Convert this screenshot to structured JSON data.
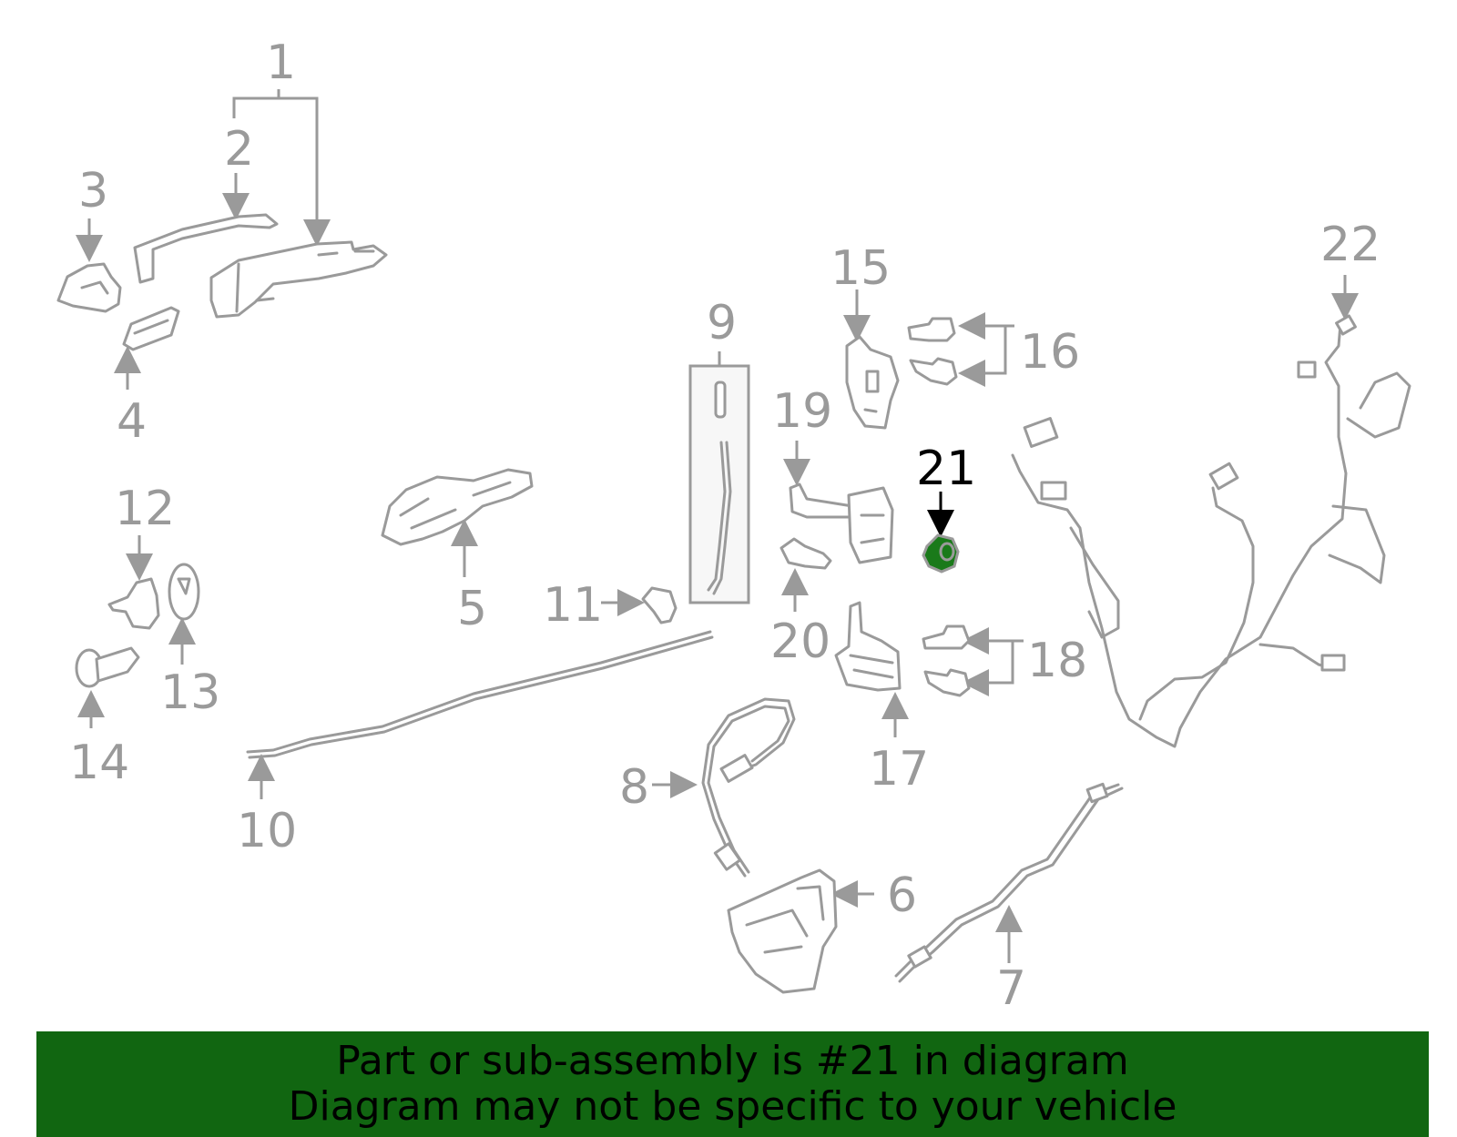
{
  "callouts": {
    "c1": "1",
    "c2": "2",
    "c3": "3",
    "c4": "4",
    "c5": "5",
    "c6": "6",
    "c7": "7",
    "c8": "8",
    "c9": "9",
    "c10": "10",
    "c11": "11",
    "c12": "12",
    "c13": "13",
    "c14": "14",
    "c15": "15",
    "c16": "16",
    "c17": "17",
    "c18": "18",
    "c19": "19",
    "c20": "20",
    "c21": "21",
    "c22": "22"
  },
  "highlighted_part": "21",
  "colors": {
    "part_stroke": "#9a9a9a",
    "highlight_fill": "#1a7a1a",
    "highlight_label": "#000000",
    "banner_bg": "#116611",
    "banner_text": "#000000"
  },
  "banner": {
    "line1": "Part or sub-assembly is #21 in diagram",
    "line2": "Diagram may not be specific to your vehicle"
  }
}
